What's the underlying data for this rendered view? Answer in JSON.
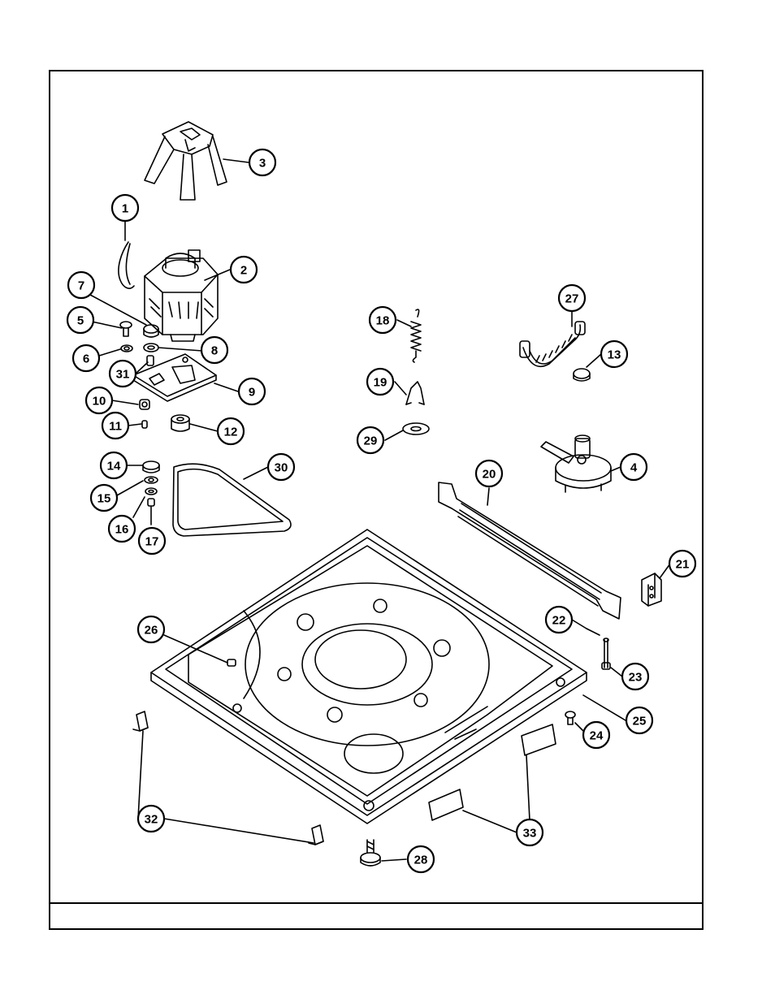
{
  "page": {
    "title": "",
    "footer_text": ""
  },
  "colors": {
    "ink": "#000000",
    "paper": "#ffffff",
    "shade": "#d8d8d8"
  },
  "callouts": [
    {
      "label": "1"
    },
    {
      "label": "2"
    },
    {
      "label": "3"
    },
    {
      "label": "4"
    },
    {
      "label": "5"
    },
    {
      "label": "6"
    },
    {
      "label": "7"
    },
    {
      "label": "8"
    },
    {
      "label": "9"
    },
    {
      "label": "10"
    },
    {
      "label": "11"
    },
    {
      "label": "12"
    },
    {
      "label": "13"
    },
    {
      "label": "14"
    },
    {
      "label": "15"
    },
    {
      "label": "16"
    },
    {
      "label": "17"
    },
    {
      "label": "18"
    },
    {
      "label": "19"
    },
    {
      "label": "20"
    },
    {
      "label": "21"
    },
    {
      "label": "22"
    },
    {
      "label": "23"
    },
    {
      "label": "24"
    },
    {
      "label": "25"
    },
    {
      "label": "26"
    },
    {
      "label": "27"
    },
    {
      "label": "28"
    },
    {
      "label": "29"
    },
    {
      "label": "30"
    },
    {
      "label": "31"
    },
    {
      "label": "32"
    },
    {
      "label": "33"
    }
  ]
}
